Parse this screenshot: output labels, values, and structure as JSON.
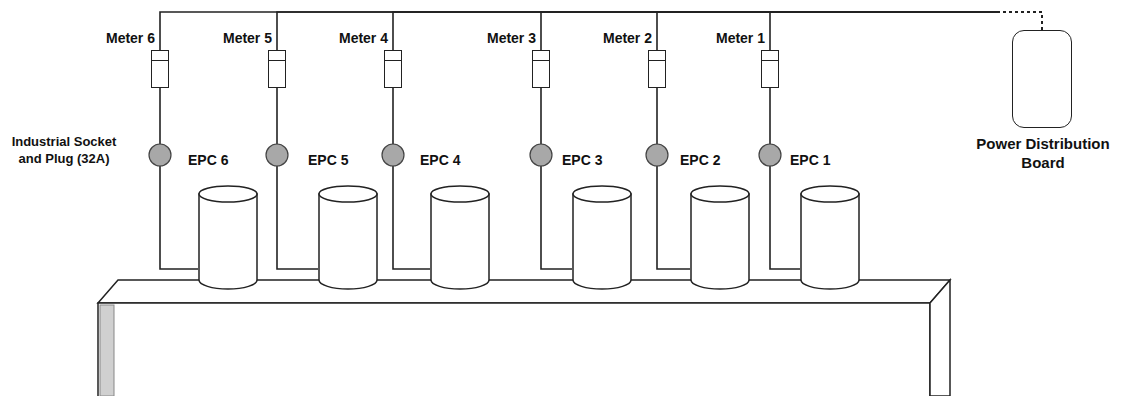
{
  "diagram": {
    "nodes": [
      {
        "text": [
          "Meter 6"
        ]
      },
      {
        "text": [
          "Meter 5"
        ]
      },
      {
        "text": [
          "Meter 4"
        ]
      },
      {
        "text": [
          "Meter 3"
        ]
      },
      {
        "text": [
          "Meter 2"
        ]
      },
      {
        "text": [
          "Meter 1"
        ]
      },
      {
        "text": [
          "EPC 6"
        ]
      },
      {
        "text": [
          "EPC 5"
        ]
      },
      {
        "text": [
          "EPC 4"
        ]
      },
      {
        "text": [
          "EPC 3"
        ]
      },
      {
        "text": [
          "EPC 2"
        ]
      },
      {
        "text": [
          "EPC 1"
        ]
      },
      {
        "text": [
          "Power Distribution Board"
        ]
      }
    ],
    "edges": [
      {
        "from": 12,
        "to": 0,
        "arrow": "none"
      },
      {
        "from": 12,
        "to": 1,
        "arrow": "none"
      },
      {
        "from": 12,
        "to": 2,
        "arrow": "none"
      },
      {
        "from": 12,
        "to": 3,
        "arrow": "none"
      },
      {
        "from": 12,
        "to": 4,
        "arrow": "none"
      },
      {
        "from": 12,
        "to": 5,
        "arrow": "none"
      },
      {
        "from": 0,
        "to": 6,
        "arrow": "none"
      },
      {
        "from": 1,
        "to": 7,
        "arrow": "none"
      },
      {
        "from": 2,
        "to": 8,
        "arrow": "none"
      },
      {
        "from": 3,
        "to": 9,
        "arrow": "none"
      },
      {
        "from": 4,
        "to": 10,
        "arrow": "none"
      },
      {
        "from": 5,
        "to": 11,
        "arrow": "none"
      }
    ],
    "labels": [
      "Industrial Socket and Plug (32A)"
    ]
  }
}
